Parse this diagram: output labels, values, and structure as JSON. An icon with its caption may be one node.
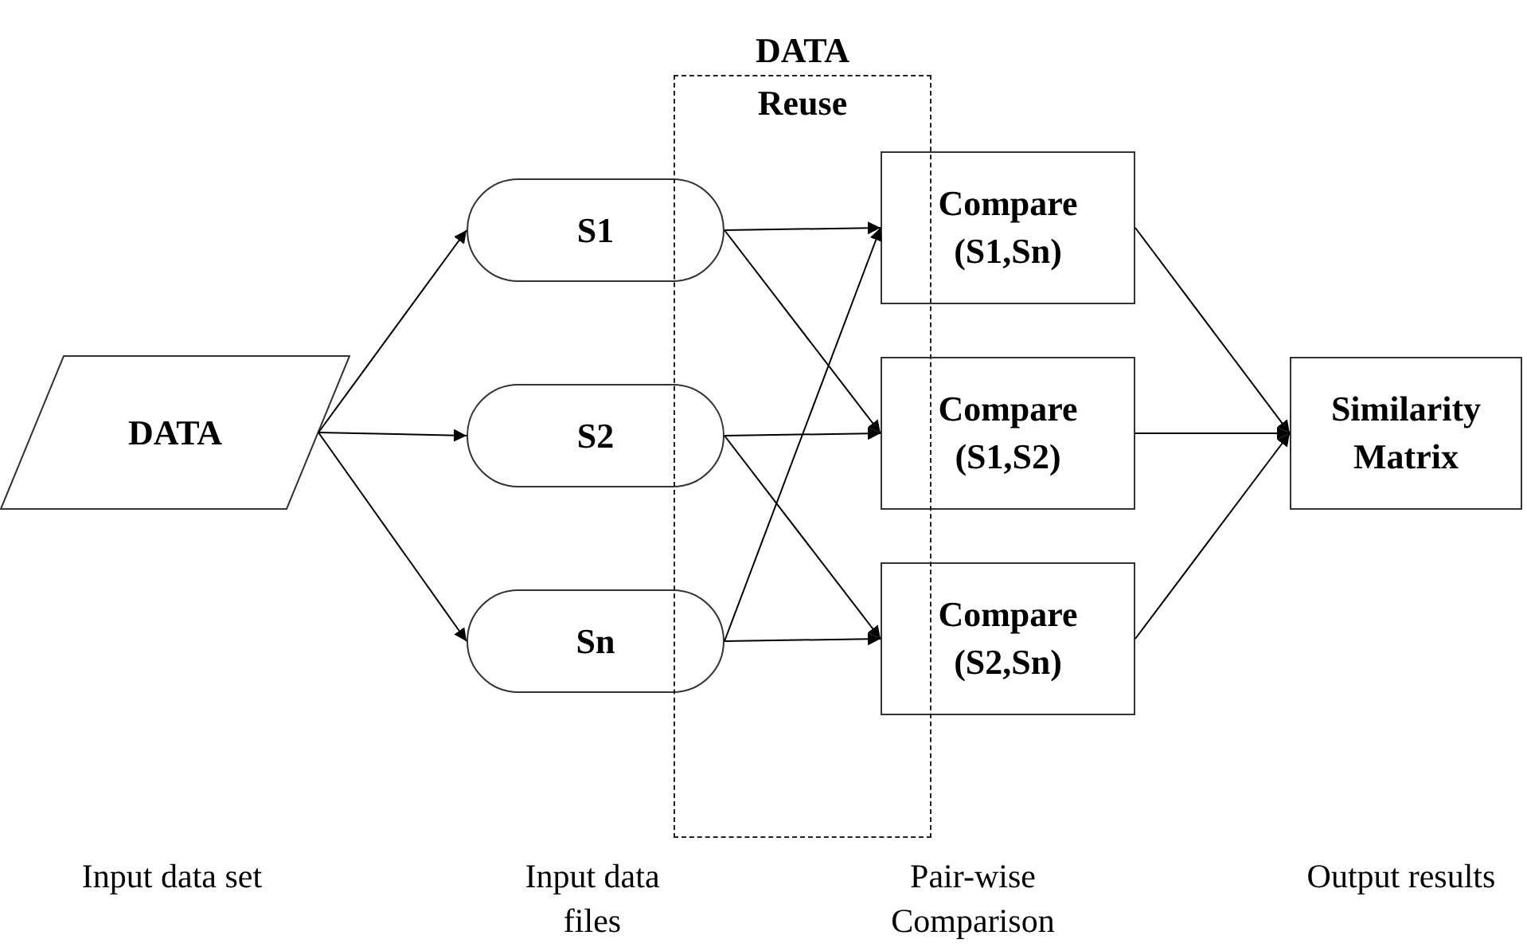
{
  "diagram": {
    "nodes": [
      {
        "text": [
          "DATA"
        ]
      },
      {
        "text": [
          "S1"
        ]
      },
      {
        "text": [
          "S2"
        ]
      },
      {
        "text": [
          "Sn"
        ]
      },
      {
        "text": [
          "Compare (S1,Sn)"
        ]
      },
      {
        "text": [
          "Compare (S1,S2)"
        ]
      },
      {
        "text": [
          "Compare (S2,Sn)"
        ]
      },
      {
        "text": [
          "Similarity Matrix"
        ]
      }
    ],
    "edges": [
      {
        "from": 0,
        "to": 1,
        "arrow": "to"
      },
      {
        "from": 0,
        "to": 2,
        "arrow": "to"
      },
      {
        "from": 0,
        "to": 3,
        "arrow": "to"
      },
      {
        "from": 1,
        "to": 4,
        "arrow": "to"
      },
      {
        "from": 1,
        "to": 5,
        "arrow": "to"
      },
      {
        "from": 2,
        "to": 5,
        "arrow": "to"
      },
      {
        "from": 2,
        "to": 6,
        "arrow": "to"
      },
      {
        "from": 3,
        "to": 4,
        "arrow": "to"
      },
      {
        "from": 3,
        "to": 6,
        "arrow": "to"
      },
      {
        "from": 4,
        "to": 7,
        "arrow": "to"
      },
      {
        "from": 5,
        "to": 7,
        "arrow": "to"
      },
      {
        "from": 6,
        "to": 7,
        "arrow": "to"
      }
    ],
    "labels": [
      "DATA Reuse",
      "Input data set",
      "Input data files",
      "Pair-wise Comparison",
      "Output results"
    ]
  }
}
